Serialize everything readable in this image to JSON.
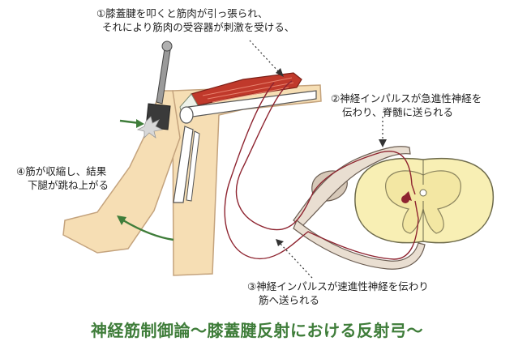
{
  "annotations": {
    "step1": {
      "line1": "①膝蓋腱を叩くと筋肉が引っ張られ、",
      "line2": "それにより筋肉の受容器が刺激を受ける、"
    },
    "step2": {
      "line1": "②神経インパルスが急進性神経を",
      "line2": "伝わり、脊髄に送られる"
    },
    "step3": {
      "line1": "③神経インパルスが速進性神経を伝わり",
      "line2": "筋へ送られる"
    },
    "step4": {
      "line1": "④筋が収縮し、結果",
      "line2": "下腿が跳ね上がる"
    }
  },
  "caption": "神経筋制御論〜膝蓋腱反射における反射弓〜",
  "colors": {
    "skin": "#f6deb4",
    "muscle": "#c0392b",
    "nerve": "#8e2430",
    "spinal_cord": "#f8efb4",
    "caption": "#3f7d3a",
    "arrow": "#3f7d3a"
  },
  "icons": [
    "reflex-hammer-icon",
    "tap-arrow-icon",
    "leg-kick-arrow-icon"
  ]
}
